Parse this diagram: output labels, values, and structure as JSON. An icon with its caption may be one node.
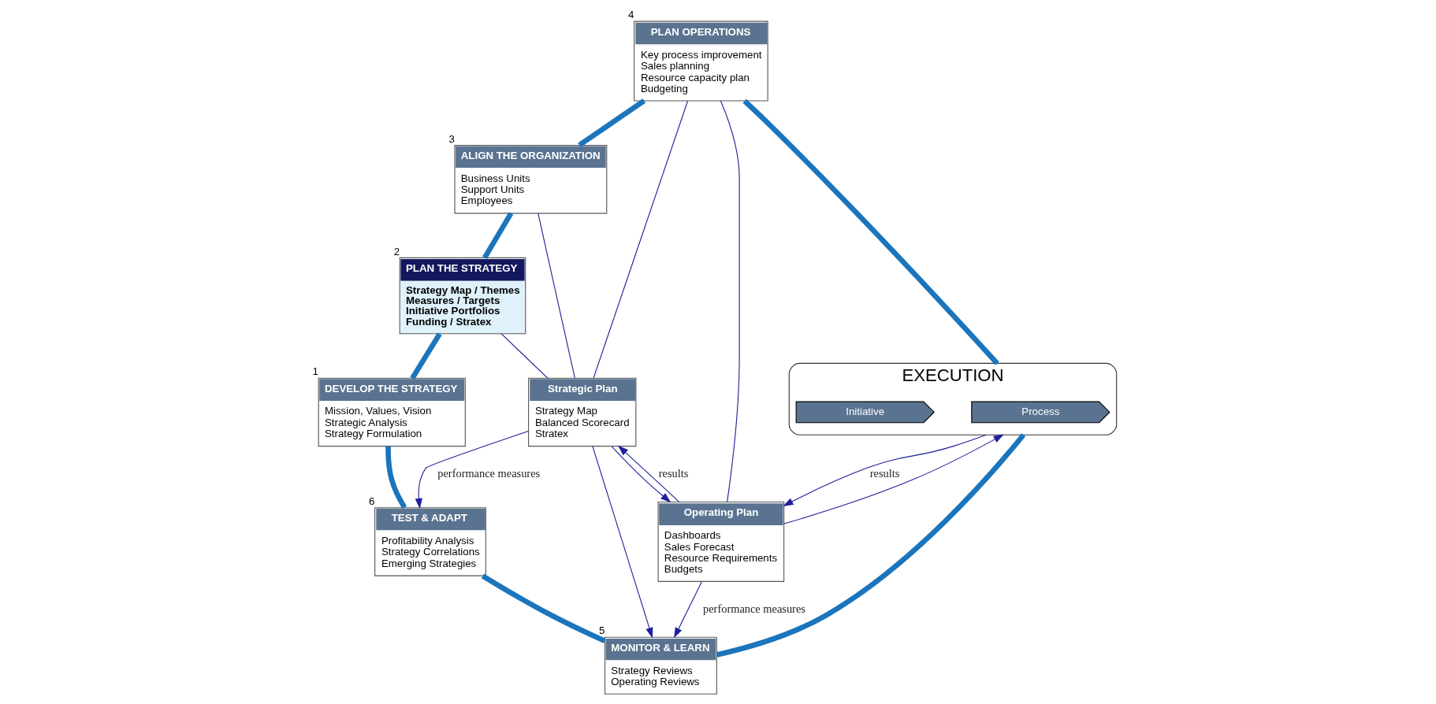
{
  "diagram": {
    "nodes": [
      {
        "text": [
          "DEVELOP THE STRATEGY",
          "Mission, Values, Vision",
          "Strategic Analysis",
          "Strategy Formulation"
        ],
        "beside": [
          "1"
        ]
      },
      {
        "text": [
          "PLAN THE STRATEGY",
          "Strategy Map / Themes",
          "Measures / Targets",
          "Initiative Portfolios",
          "Funding / Stratex"
        ],
        "beside": [
          "2"
        ]
      },
      {
        "text": [
          "ALIGN THE ORGANIZATION",
          "Business Units",
          "Support Units",
          "Employees"
        ],
        "beside": [
          "3"
        ]
      },
      {
        "text": [
          "PLAN OPERATIONS",
          "Key process improvement",
          "Sales planning",
          "Resource capacity plan",
          "Budgeting"
        ],
        "beside": [
          "4"
        ]
      },
      {
        "text": [
          "Strategic Plan",
          "Strategy Map",
          "Balanced Scorecard",
          "Stratex"
        ]
      },
      {
        "text": [
          "Operating Plan",
          "Dashboards",
          "Sales Forecast",
          "Resource Requirements",
          "Budgets"
        ]
      },
      {
        "text": [
          "TEST & ADAPT",
          "Profitability Analysis",
          "Strategy Correlations",
          "Emerging Strategies"
        ],
        "beside": [
          "6"
        ]
      },
      {
        "text": [
          "MONITOR & LEARN",
          "Strategy Reviews",
          "Operating Reviews"
        ],
        "beside": [
          "5"
        ]
      },
      {
        "text": [
          "EXECUTION"
        ]
      },
      {
        "text": [
          "Process"
        ],
        "in": 8
      },
      {
        "text": [
          "Initiative"
        ],
        "in": 8
      }
    ],
    "edges": [
      {
        "from": 1,
        "to": 0,
        "arrow": "none",
        "style": "thick",
        "color": "#1b75bc"
      },
      {
        "from": 0,
        "to": 6,
        "arrow": "none",
        "style": "thick",
        "color": "#1b75bc"
      },
      {
        "from": 6,
        "to": 7,
        "arrow": "none",
        "style": "thick",
        "color": "#1b75bc"
      },
      {
        "from": 7,
        "to": 8,
        "arrow": "none",
        "style": "thick",
        "color": "#1b75bc"
      },
      {
        "from": 8,
        "to": 3,
        "arrow": "none",
        "style": "thick",
        "color": "#1b75bc"
      },
      {
        "from": 3,
        "to": 2,
        "arrow": "none",
        "style": "thick",
        "color": "#1b75bc"
      },
      {
        "from": 2,
        "to": 1,
        "arrow": "none",
        "style": "thick",
        "color": "#1b75bc"
      },
      {
        "from": 1,
        "to": 4,
        "arrow": "none"
      },
      {
        "from": 2,
        "to": 4,
        "arrow": "none"
      },
      {
        "from": 3,
        "to": 4,
        "arrow": "none"
      },
      {
        "from": 3,
        "to": 5,
        "arrow": "none"
      },
      {
        "from": 4,
        "to": 6,
        "arrow": "to",
        "label": "performance measures"
      },
      {
        "from": 4,
        "to": 7,
        "arrow": "to"
      },
      {
        "from": 4,
        "to": 5,
        "arrow": "to"
      },
      {
        "from": 5,
        "to": 4,
        "arrow": "to",
        "label": "results"
      },
      {
        "from": 5,
        "to": 8,
        "arrow": "to"
      },
      {
        "from": 8,
        "to": 5,
        "arrow": "to",
        "label": "results"
      },
      {
        "from": 5,
        "to": 7,
        "arrow": "to",
        "label": "performance measures"
      }
    ]
  }
}
